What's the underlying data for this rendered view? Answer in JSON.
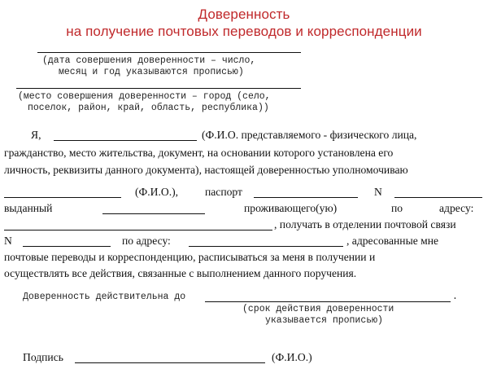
{
  "document": {
    "title_line1": "Доверенность",
    "title_line2": "на получение почтовых переводов и корреспонденции",
    "date_hint_1": "(дата совершения доверенности – число,",
    "date_hint_2": "месяц и год указываются прописью)",
    "place_hint_1": "(место совершения доверенности – город (село,",
    "place_hint_2": "поселок, район, край, область, республика))",
    "p1_ya": "Я,",
    "p1_after": "(Ф.И.О.  представляемого  -  физического  лица,",
    "p1_line2": "гражданство, место жительства, документ, на основании которого установлена его",
    "p1_line3": "личность, реквизиты данного документа), настоящей доверенностью уполномочиваю",
    "fio": "(Ф.И.О.),",
    "passport": "паспорт",
    "n": "N",
    "issued": "выданный",
    "residing": "проживающего(ую)",
    "po": "по",
    "address": "адресу:",
    "receive": ", получать в отделении почтовой связи",
    "n2": "N",
    "po_address": "по  адресу:",
    "addressed": ", адресованные  мне",
    "p_line_postal": "почтовые  переводы  и  корреспонденцию,  расписываться  за  меня  в  получении  и",
    "p_line_actions": "осуществлять все действия, связанные с выполнением данного поручения.",
    "valid_until": "Доверенность действительна до",
    "valid_dot": ".",
    "term_hint_1": "(срок действия доверенности",
    "term_hint_2": "указывается прописью)",
    "signature": "Подпись",
    "sign_fio": "(Ф.И.О.)"
  }
}
